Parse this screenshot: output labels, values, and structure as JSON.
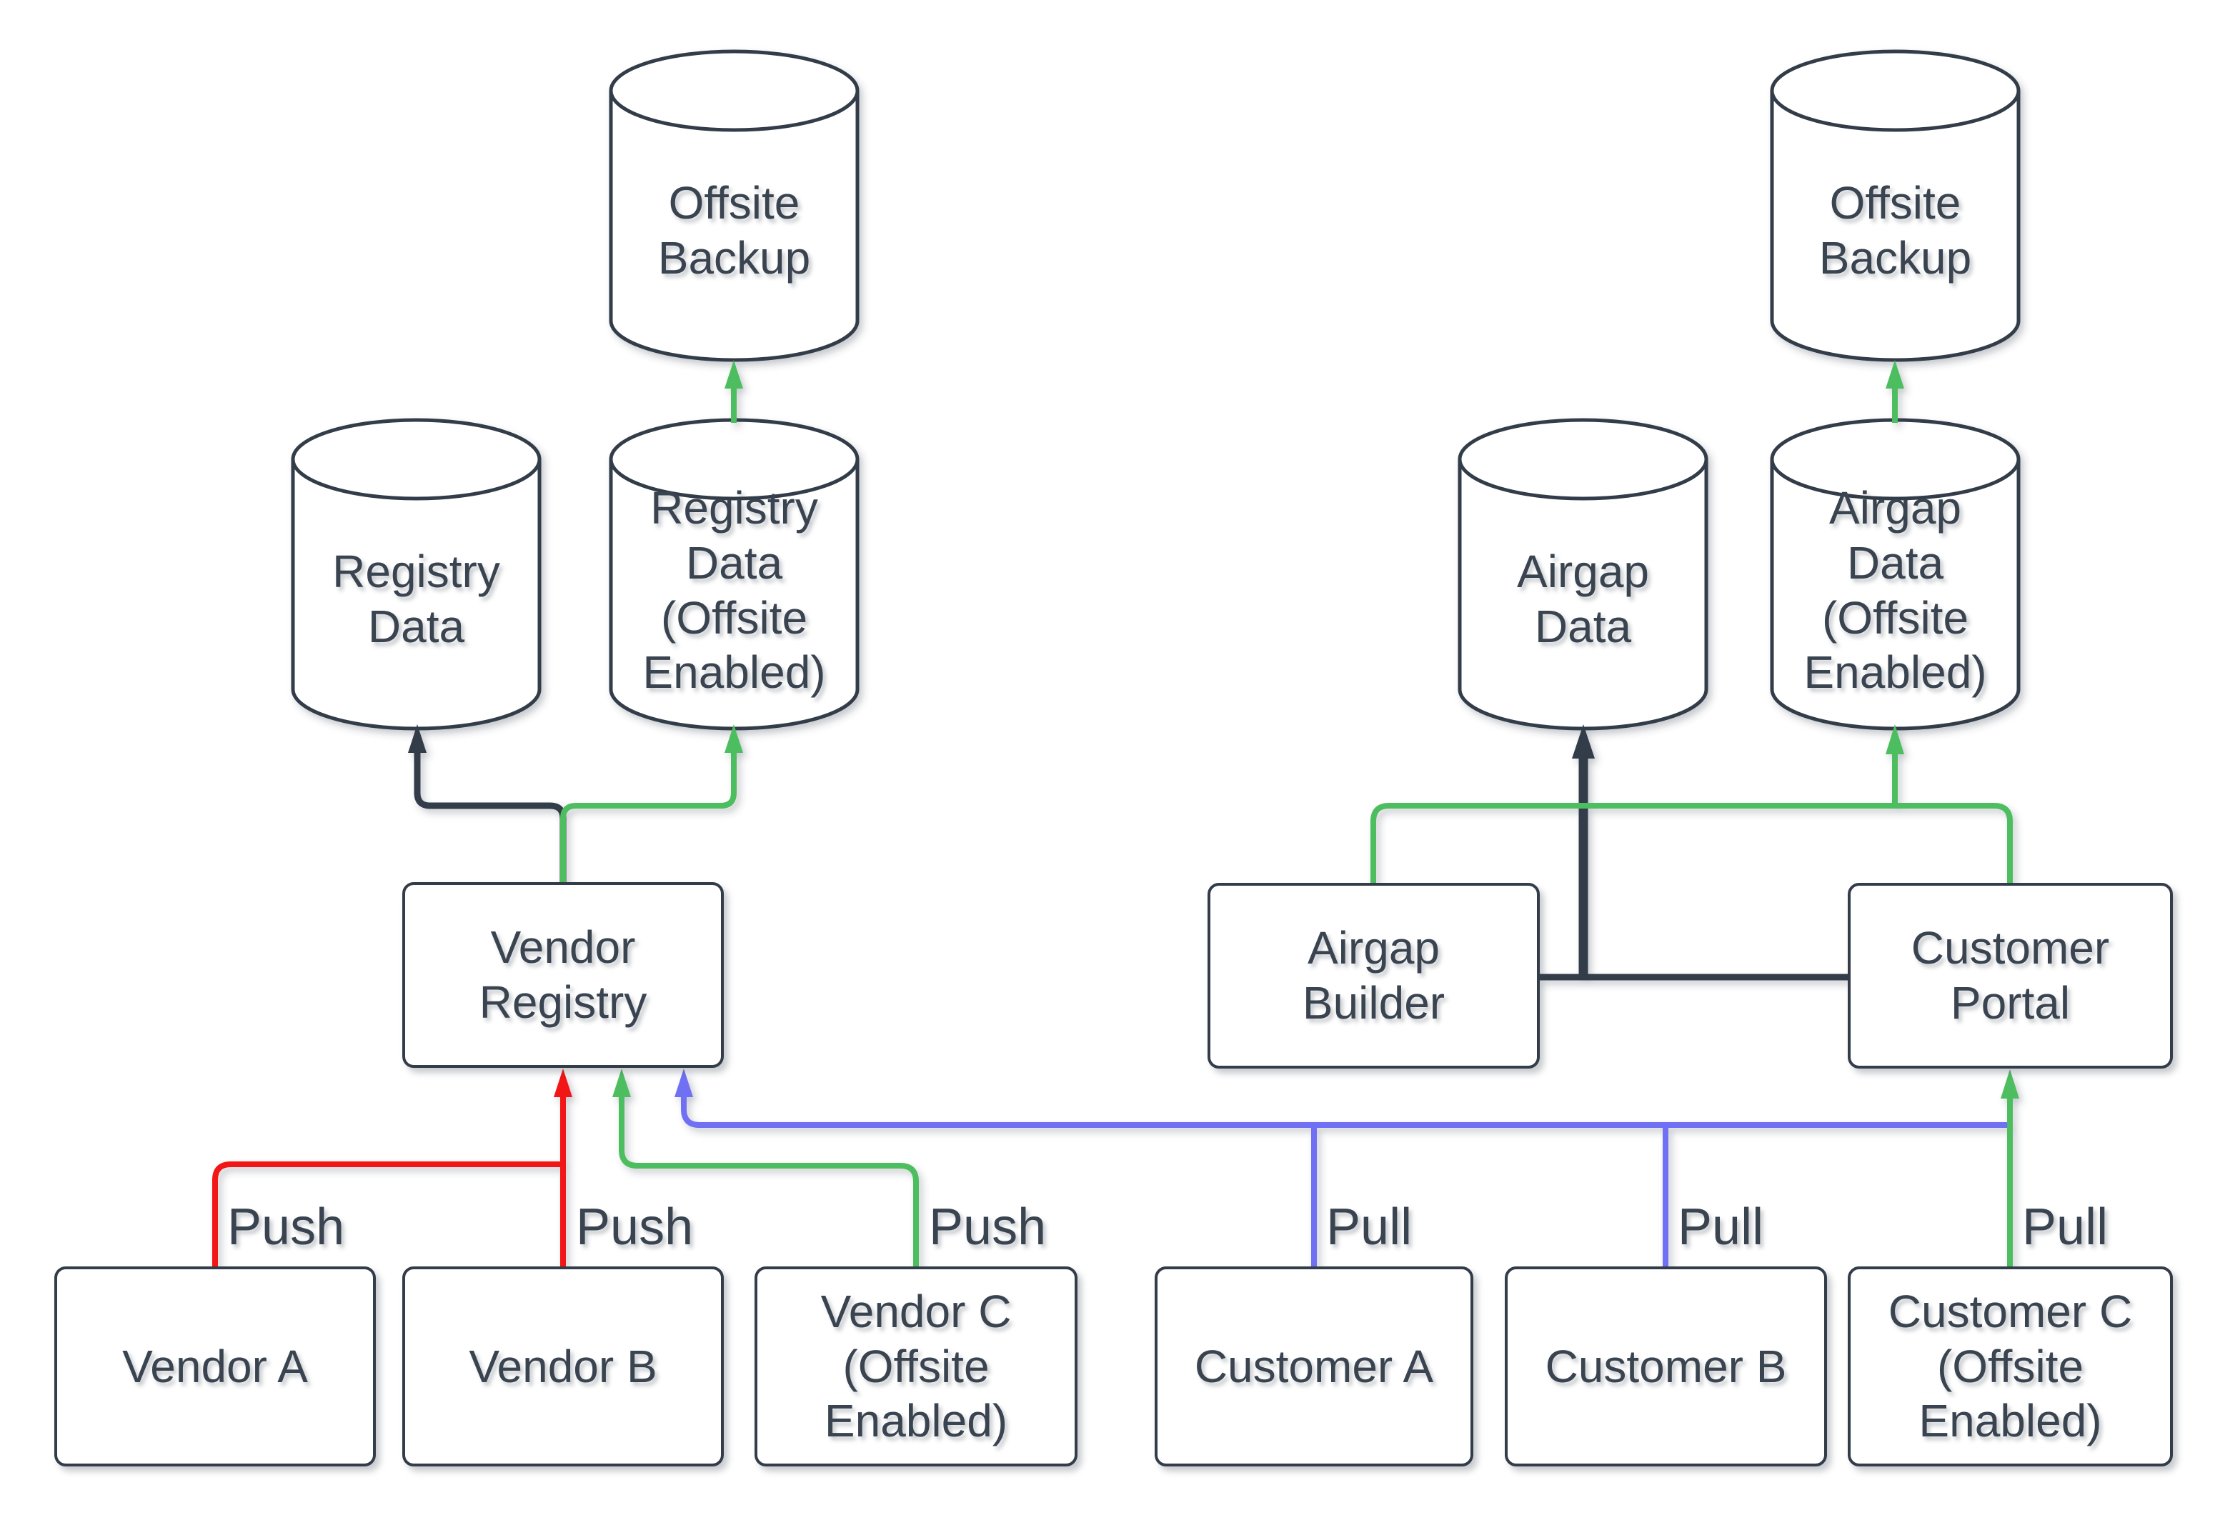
{
  "diagram": {
    "description": "Vendor registry and airgap customer portal data-flow diagram",
    "colors": {
      "shape_stroke": "#333d4a",
      "text": "#3a4450",
      "push_red": "#f21212",
      "offsite_green": "#4dbe5e",
      "pull_blue": "#6f6ff5",
      "background": "#ffffff"
    }
  },
  "nodes": {
    "offsite_backup_left": {
      "lines": [
        "Offsite",
        "Backup"
      ]
    },
    "registry_data": {
      "lines": [
        "Registry",
        "Data"
      ]
    },
    "registry_data_offsite": {
      "lines": [
        "Registry",
        "Data",
        "(Offsite",
        "Enabled)"
      ]
    },
    "vendor_registry": {
      "lines": [
        "Vendor",
        "Registry"
      ]
    },
    "vendor_a": {
      "lines": [
        "Vendor A"
      ]
    },
    "vendor_b": {
      "lines": [
        "Vendor B"
      ]
    },
    "vendor_c": {
      "lines": [
        "Vendor C",
        "(Offsite",
        "Enabled)"
      ]
    },
    "airgap_data": {
      "lines": [
        "Airgap",
        "Data"
      ]
    },
    "airgap_data_offsite": {
      "lines": [
        "Airgap",
        "Data",
        "(Offsite",
        "Enabled)"
      ]
    },
    "offsite_backup_right": {
      "lines": [
        "Offsite",
        "Backup"
      ]
    },
    "airgap_builder": {
      "lines": [
        "Airgap",
        "Builder"
      ]
    },
    "customer_portal": {
      "lines": [
        "Customer",
        "Portal"
      ]
    },
    "customer_a": {
      "lines": [
        "Customer A"
      ]
    },
    "customer_b": {
      "lines": [
        "Customer B"
      ]
    },
    "customer_c": {
      "lines": [
        "Customer C",
        "(Offsite",
        "Enabled)"
      ]
    }
  },
  "edge_labels": {
    "push_vendor_a": "Push",
    "push_vendor_b": "Push",
    "push_vendor_c": "Push",
    "pull_customer_a": "Pull",
    "pull_customer_b": "Pull",
    "pull_customer_c": "Pull"
  }
}
